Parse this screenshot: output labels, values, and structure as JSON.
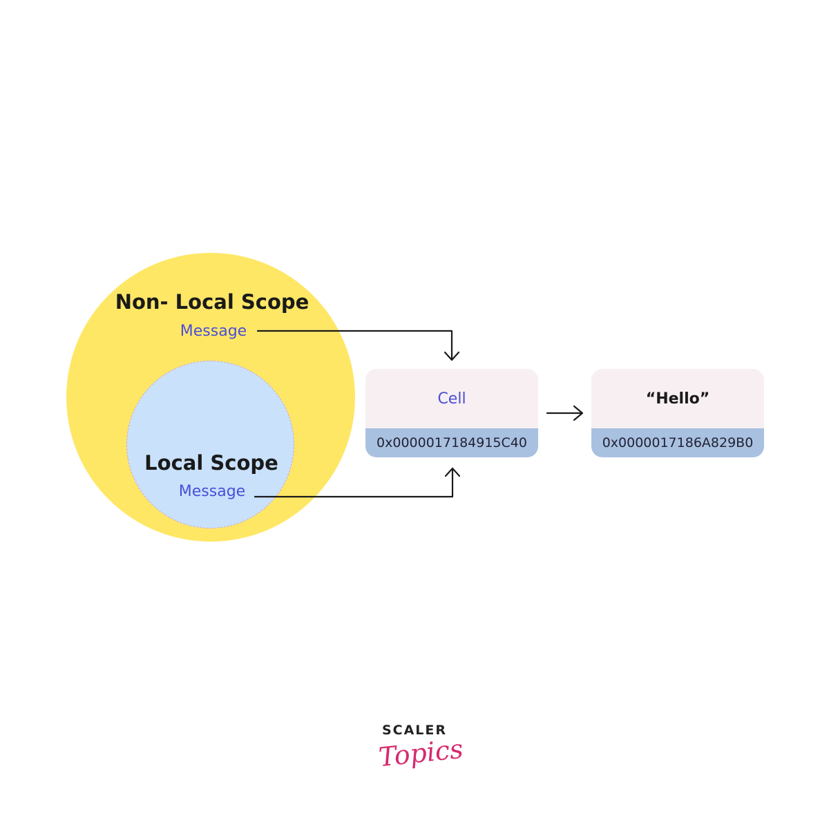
{
  "outer_scope": {
    "title": "Non- Local Scope",
    "variable": "Message"
  },
  "inner_scope": {
    "title": "Local Scope",
    "variable": "Message"
  },
  "cell_box": {
    "label": "Cell",
    "address": "0x0000017184915C40"
  },
  "value_box": {
    "label": "“Hello”",
    "address": "0x0000017186A829B0"
  },
  "logo": {
    "top": "SCALER",
    "bottom": "Topics"
  },
  "colors": {
    "outer_scope_fill": "#ffe766",
    "inner_scope_fill": "#c9e1fb",
    "variable_text": "#4a4fd6",
    "box_fill": "#f7eff2",
    "address_strip": "#a9c1e1",
    "logo_accent": "#d62a6e"
  }
}
